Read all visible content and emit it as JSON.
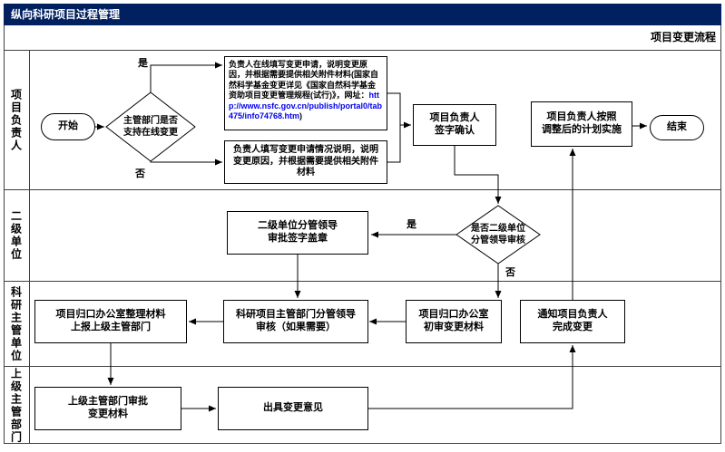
{
  "header": {
    "title": "纵向科研项目过程管理",
    "flow_title": "项目变更流程"
  },
  "lanes": [
    {
      "label": "项目负责人"
    },
    {
      "label": "二级单位"
    },
    {
      "label": "科研主管单位"
    },
    {
      "label": "上级主管部门"
    }
  ],
  "nodes": {
    "start": "开始",
    "end": "结束",
    "decision_online_support": "主管部门是否\n支持在线变更",
    "online_apply": {
      "text_before_url": "负责人在线填写变更申请，说明变更原因，并根据需要提供相关附件材料(国家自然科学基金变更详见《国家自然科学基金资助项目变更管理规程(试行)》，网址：",
      "url": "http://www.nsfc.gov.cn/publish/portal0/tab475/info74768.htm",
      "text_after_url": ")"
    },
    "offline_apply": "负责人填写变更申请情况说明，说明变更原因，并根据需要提供相关附件材料",
    "leader_sign": "项目负责人\n签字确认",
    "implement_plan": "项目负责人按照\n调整后的计划实施",
    "secondary_approve": "二级单位分管领导\n审批签字盖章",
    "decision_secondary_review": "是否二级单位\n分管领导审核",
    "office_organize": "项目归口办公室整理材料\n上报上级主管部门",
    "dept_leader_review": "科研项目主管部门分管领导\n审核（如果需要）",
    "office_preliminary_review": "项目归口办公室\n初审变更材料",
    "notify_leader": "通知项目负责人\n完成变更",
    "superior_approve": "上级主管部门审批\n变更材料",
    "issue_opinion": "出具变更意见"
  },
  "branch_labels": {
    "online_yes": "是",
    "online_no": "否",
    "review_yes": "是",
    "review_no": "否"
  },
  "colors": {
    "header_bg": "#002060",
    "header_text": "#ffffff",
    "link": "#0000ee",
    "line": "#000000",
    "border": "#404040"
  }
}
